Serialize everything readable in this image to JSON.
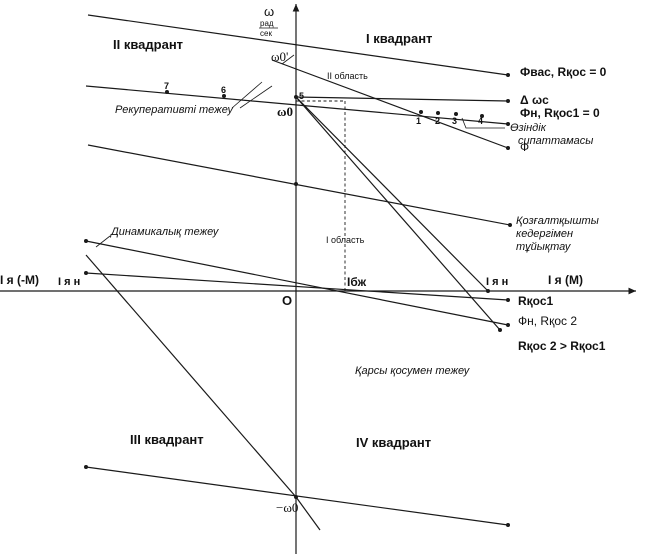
{
  "axes": {
    "y_symbol": "ω",
    "y_unit_num": "рад",
    "y_unit_den": "сек",
    "x_pos_label": "I я (M)",
    "x_neg_label": "-I я (-M)",
    "origin": "O"
  },
  "quadrants": {
    "q1": "I квадрант",
    "q2": "II квадрант",
    "q3": "III квадрант",
    "q4": "IV квадрант"
  },
  "regions": {
    "region2": "II область",
    "region1": "I область"
  },
  "points": {
    "omega0_prime": "ω0'",
    "omega0": "ω0",
    "neg_omega0": "−ω0",
    "i_bzh": "Iбж",
    "i_yan_right": "I я н",
    "i_yan_left": "I я н",
    "n5": "5",
    "n6": "6",
    "n7": "7",
    "n1": "1",
    "n2": "2",
    "n3": "3",
    "n4": "4"
  },
  "labels": {
    "phi_vas": "Фвас, Rқос = 0",
    "delta_omega": "Δ ωс",
    "phi_n_r0": "Фн, Rқос1 = 0",
    "own_char_1": "Өзіндік",
    "own_char_2": "сипаттамасы",
    "phi": "Ф",
    "motor_1": "Қозғалтқышты",
    "motor_2": "кедергімен",
    "motor_3": "тұйықтау",
    "r_kos1": "Rқос1",
    "phi_n_rkos2": "Фн, Rқос 2",
    "r_compare": "Rқос 2 > Rқос1",
    "recuperative": "Рекуперативті тежеу",
    "dynamic": "Динамикалық тежеу",
    "counter": "Қарсы қосумен тежеу"
  },
  "colors": {
    "ink": "#1a1a1a",
    "background": "#ffffff"
  }
}
